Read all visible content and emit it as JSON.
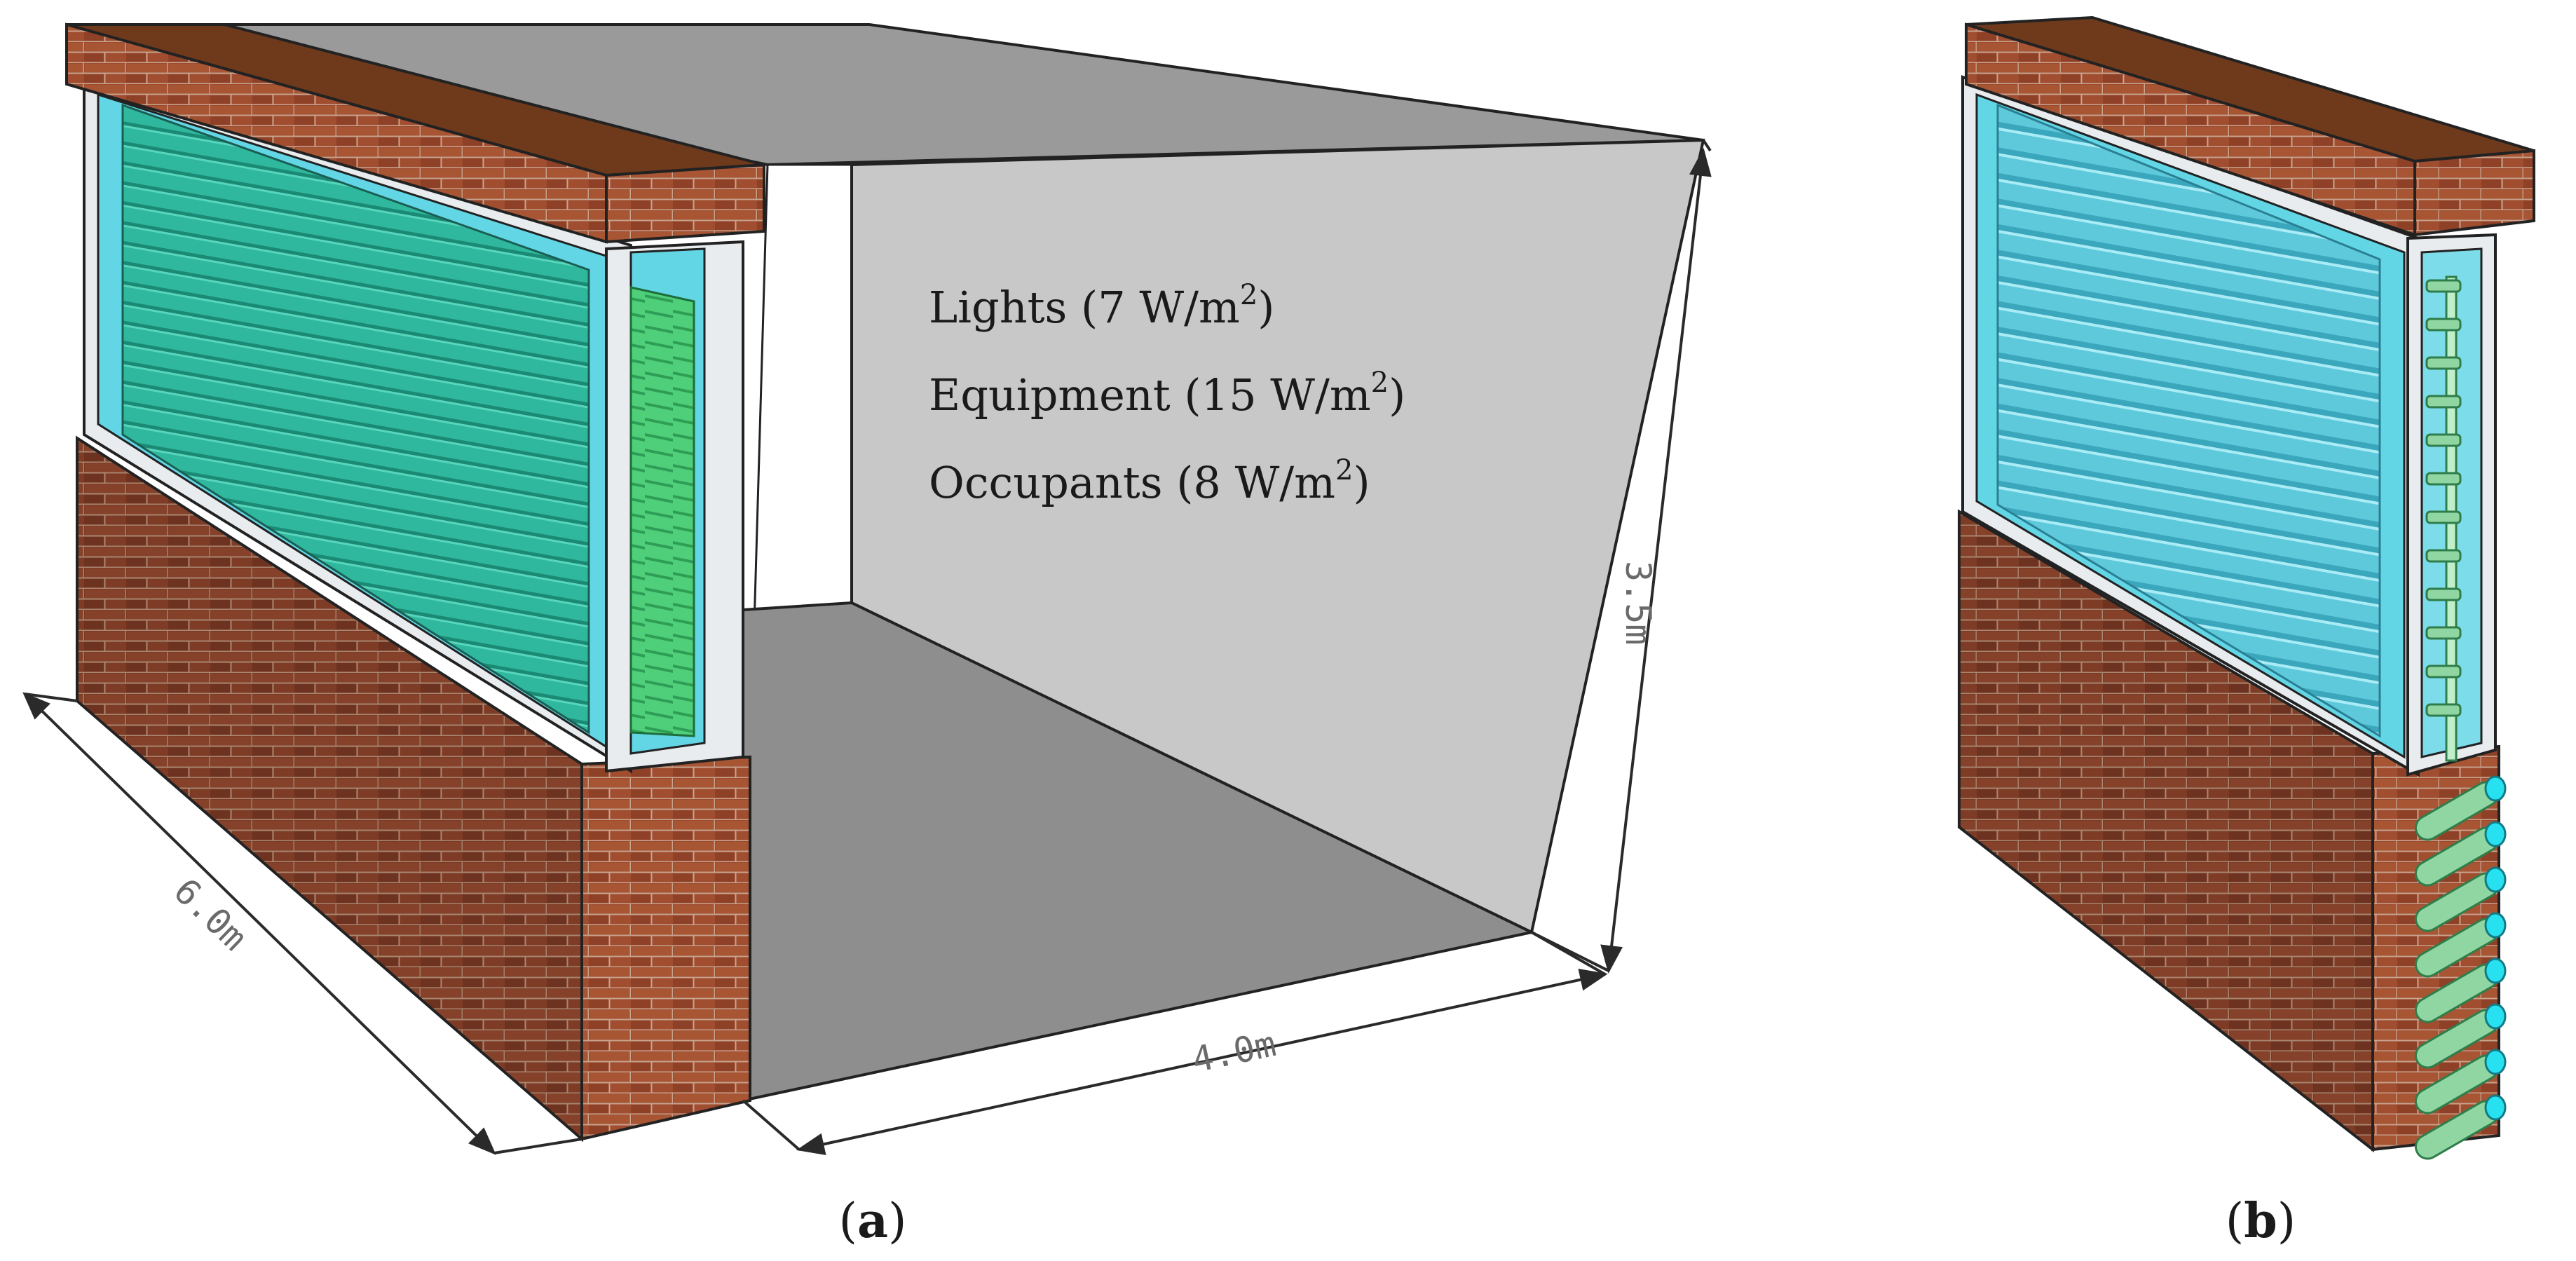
{
  "panel_a": {
    "loads": {
      "lights_prefix": "Lights (7 W/m",
      "lights_sup": "2",
      "lights_suffix": ")",
      "equipment_prefix": "Equipment (15 W/m",
      "equipment_sup": "2",
      "equipment_suffix": ")",
      "occupants_prefix": "Occupants (8 W/m",
      "occupants_sup": "2",
      "occupants_suffix": ")"
    },
    "dimensions": {
      "depth": "6.0m",
      "width": "4.0m",
      "height": "3.5m"
    },
    "label_open": "(",
    "label_letter": "a",
    "label_close": ")"
  },
  "panel_b": {
    "label_open": "(",
    "label_letter": "b",
    "label_close": ")"
  },
  "colors": {
    "brick": "#9c4a2e",
    "mortar": "#c9a48e",
    "glass": "#63d6e6",
    "louver": "#2fb89d",
    "shade_green": "#4fcf7a",
    "frame": "#e9ecee",
    "ceiling": "#9a9a9a",
    "wall": "#c8c8c8",
    "floor": "#8e8e8e",
    "pipe": "#8fd6a2",
    "pipe_cap": "#27e0f0"
  }
}
